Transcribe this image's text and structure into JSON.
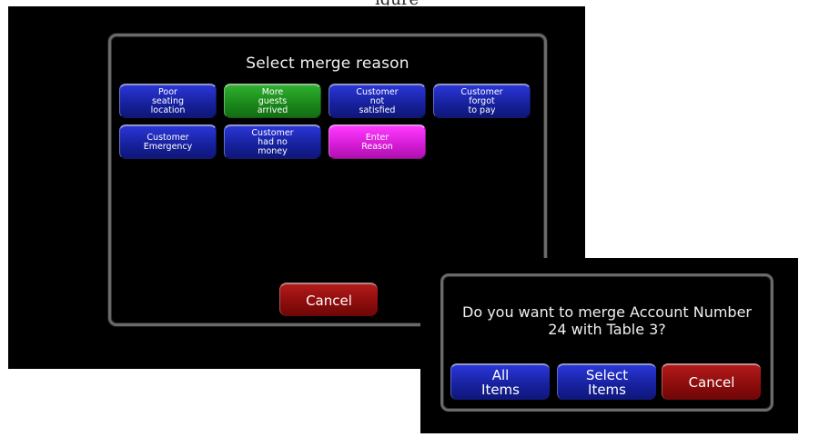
{
  "top_caption": "igure",
  "merge_reason_dialog": {
    "title": "Select merge reason",
    "reasons": [
      {
        "label": "Poor\nseating\nlocation",
        "color": "#1a26b8"
      },
      {
        "label": "More\nguests\narrived",
        "color": "#1f9a1f"
      },
      {
        "label": "Customer\nnot\nsatisfied",
        "color": "#1a26b8"
      },
      {
        "label": "Customer\nforgot\nto pay",
        "color": "#1a26b8"
      },
      {
        "label": "Customer\nEmergency",
        "color": "#1a26b8"
      },
      {
        "label": "Customer\nhad no\nmoney",
        "color": "#1a26b8"
      },
      {
        "label": "Enter\nReason",
        "color": "#e52ae5"
      }
    ],
    "cancel_label": "Cancel"
  },
  "confirm_dialog": {
    "message": "Do you want to merge Account Number\n24 with Table 3?",
    "all_items_label": "All\nItems",
    "select_items_label": "Select\nItems",
    "cancel_label": "Cancel"
  }
}
